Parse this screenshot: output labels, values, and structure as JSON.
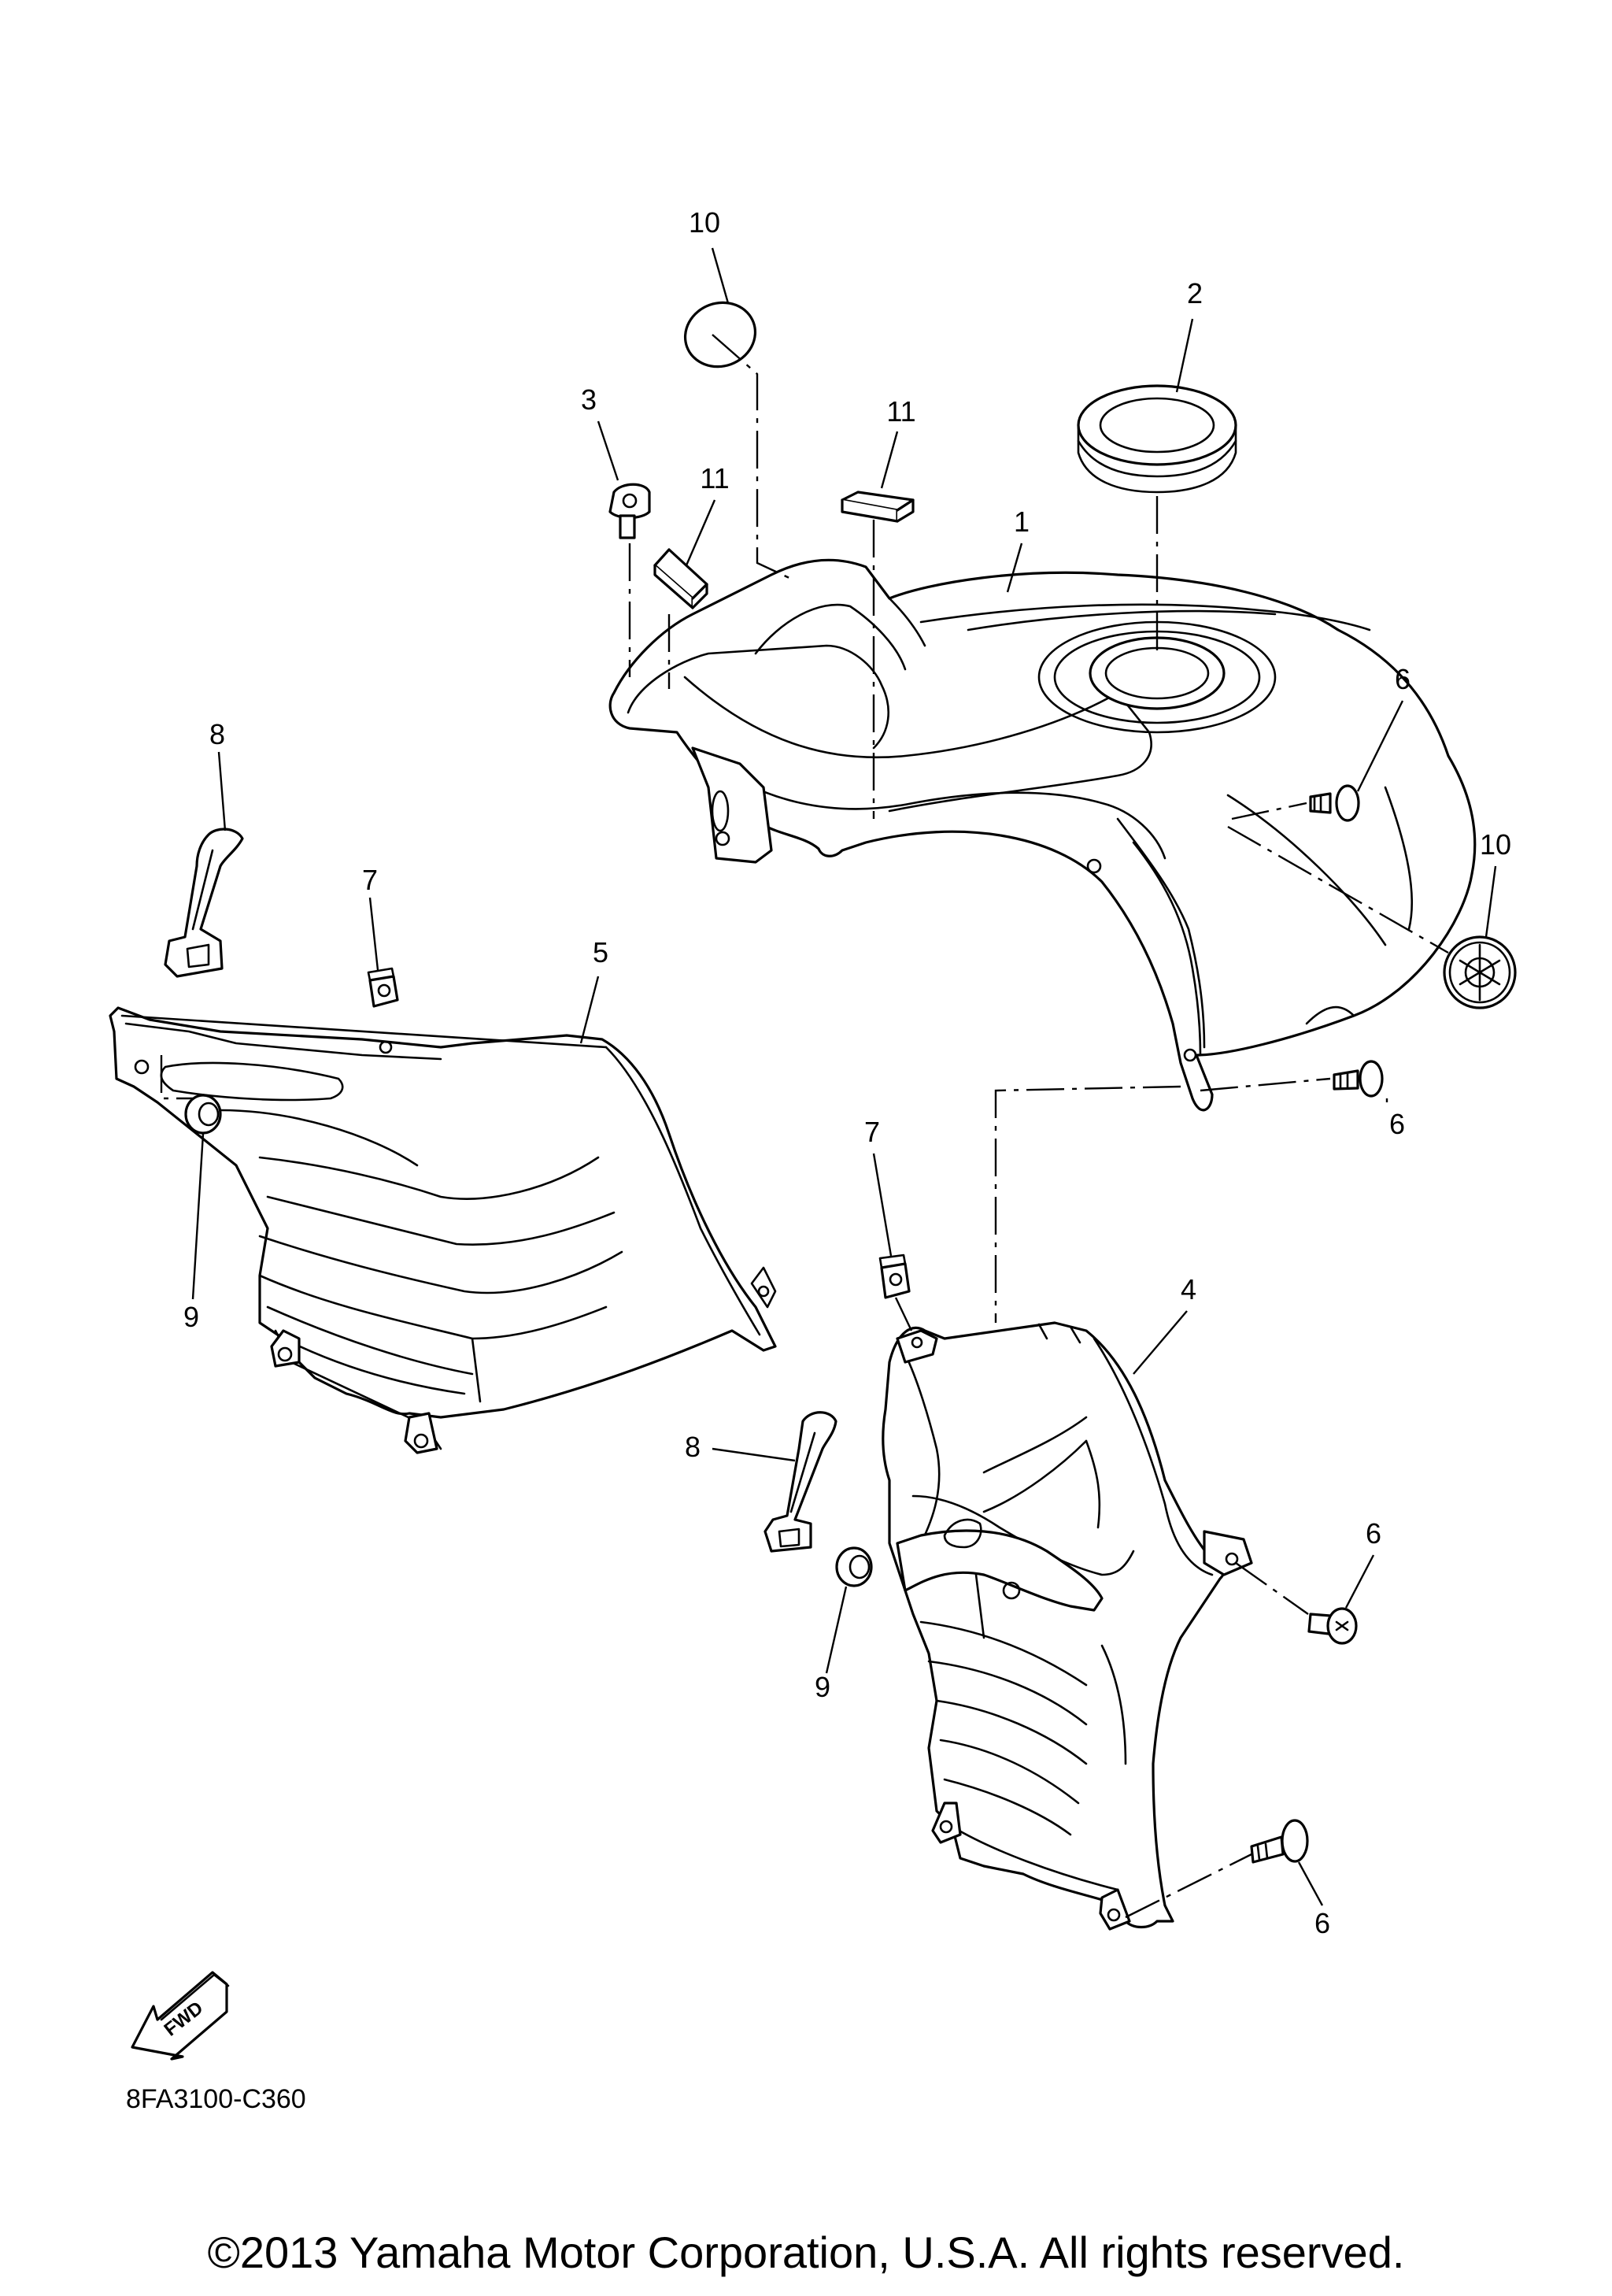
{
  "callouts": {
    "c10_top": "10",
    "c2": "2",
    "c3": "3",
    "c11_right": "11",
    "c11_left": "11",
    "c1": "1",
    "c6_a": "6",
    "c8_left": "8",
    "c7_left": "7",
    "c5": "5",
    "c10_right": "10",
    "c6_b": "6",
    "c9_left": "9",
    "c7_right": "7",
    "c4": "4",
    "c8_right": "8",
    "c6_c": "6",
    "c9_right": "9",
    "c6_d": "6"
  },
  "fwd_label": "FWD",
  "diagram_code": "8FA3100-C360",
  "copyright": "©2013 Yamaha Motor Corporation, U.S.A. All rights reserved."
}
